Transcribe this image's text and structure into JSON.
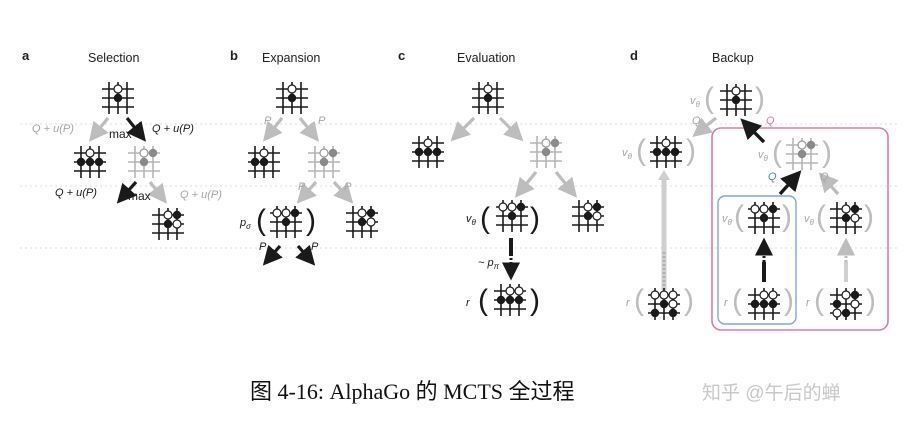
{
  "panels": [
    {
      "letter": "a",
      "title": "Selection"
    },
    {
      "letter": "b",
      "title": "Expansion"
    },
    {
      "letter": "c",
      "title": "Evaluation"
    },
    {
      "letter": "d",
      "title": "Backup"
    }
  ],
  "labels": {
    "selection_qu": "Q + u(P)",
    "selection_max": "max",
    "expansion_p": "P",
    "expansion_policy": "p",
    "expansion_policy_sub": "σ",
    "evaluation_value": "v",
    "evaluation_value_sub": "θ",
    "evaluation_rollout": "~ p",
    "evaluation_rollout_sub": "π",
    "evaluation_reward": "r",
    "backup_q": "Q",
    "backup_value": "v",
    "backup_value_sub": "θ",
    "backup_reward": "r"
  },
  "colors": {
    "dark": "#1a1a1a",
    "grey": "#bdbdbd",
    "pink": "#e07aa8",
    "blue": "#7ea7d6"
  },
  "caption": "图 4-16: AlphaGo 的 MCTS 全过程",
  "watermark": "知乎 @午后的蝉"
}
